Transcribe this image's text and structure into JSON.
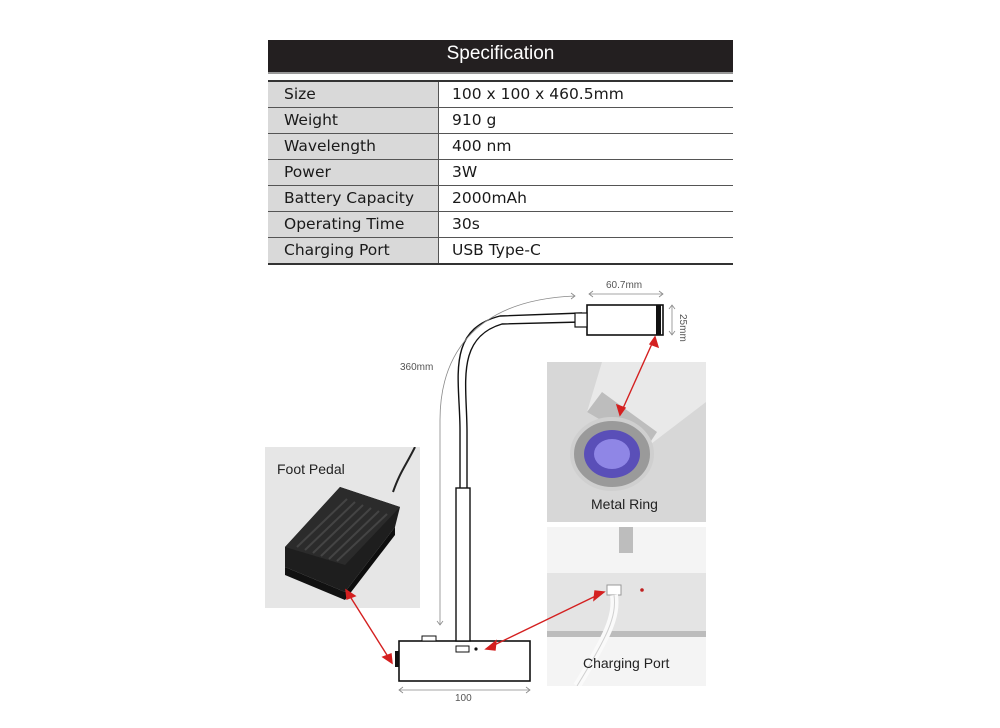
{
  "spec": {
    "title": "Specification",
    "rows": [
      {
        "key": "Size",
        "value": "100 x 100 x 460.5mm"
      },
      {
        "key": "Weight",
        "value": "910 g"
      },
      {
        "key": "Wavelength",
        "value": "400 nm"
      },
      {
        "key": "Power",
        "value": "3W"
      },
      {
        "key": "Battery Capacity",
        "value": "2000mAh"
      },
      {
        "key": "Operating Time",
        "value": "30s"
      },
      {
        "key": "Charging Port",
        "value": "USB Type-C"
      }
    ]
  },
  "diagram": {
    "dim_head_width": "60.7mm",
    "dim_head_height": "25mm",
    "dim_neck_length": "360mm",
    "dim_base_width": "100"
  },
  "photos": {
    "foot_pedal": "Foot Pedal",
    "metal_ring": "Metal Ring",
    "charging_port": "Charging Port"
  },
  "colors": {
    "header_bg": "#231f20",
    "key_bg": "#d9d9d9",
    "arrow": "#d42020",
    "led": "#6b5bd6"
  }
}
